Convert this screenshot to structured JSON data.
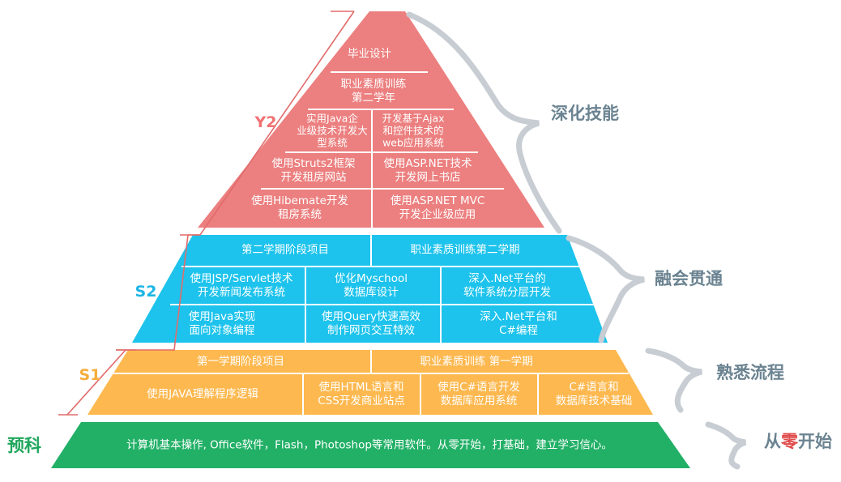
{
  "colors": {
    "y2": "#ec7f7f",
    "s2": "#1dc3ec",
    "s1": "#fdb84f",
    "pre": "#22b067",
    "divider": "#ffffff",
    "right_label": "#6b8391",
    "brace": "#c7cdd3",
    "staircase": "#e26b6b",
    "highlight": "#e04a4a"
  },
  "stages": {
    "y2": {
      "label": "Y2",
      "color": "#f17273"
    },
    "s2": {
      "label": "S2",
      "color": "#1cb6e6"
    },
    "s1": {
      "label": "S1",
      "color": "#f6ad3c"
    },
    "pre": {
      "label": "预科",
      "color": "#1fa65c"
    }
  },
  "pyramid": {
    "y2": {
      "graduation": "毕业设计",
      "quality": [
        "职业素质训练",
        "第二学年"
      ],
      "row3_left": [
        "实用Java企",
        "业级技术开发大",
        "型系统"
      ],
      "row3_right": [
        "开发基于Ajax",
        "和控件技术的",
        "web应用系统"
      ],
      "row4_left": [
        "使用Struts2框架",
        "开发租房网站"
      ],
      "row4_right": [
        "使用ASP.NET技术",
        "开发网上书店"
      ],
      "row5_left": [
        "使用Hibemate开发",
        "租房系统"
      ],
      "row5_right": [
        "使用ASP.NET MVC",
        "开发企业级应用"
      ]
    },
    "s2": {
      "top_left": "第二学期阶段项目",
      "top_right": "职业素质训练第二学期",
      "mid": [
        [
          "使用JSP/Servlet技术",
          "开发新闻发布系统"
        ],
        [
          "优化Myschool",
          "数据库设计"
        ],
        [
          "深入.Net平台的",
          "软件系统分层开发"
        ]
      ],
      "bottom": [
        [
          "使用Java实现",
          "面向对象编程"
        ],
        [
          "使用Query快速高效",
          "制作网页交互特效"
        ],
        [
          "深入.Net平台和",
          "C#编程"
        ]
      ]
    },
    "s1": {
      "top_left": "第一学期阶段项目",
      "top_right": "职业素质训练  第一学期",
      "bottom": [
        [
          "使用JAVA理解程序逻辑"
        ],
        [
          "使用HTML语言和",
          "CSS开发商业站点"
        ],
        [
          "使用C#语言开发",
          "数据库应用系统"
        ],
        [
          "C#语言和",
          "数据库技术基础"
        ]
      ]
    },
    "pre": {
      "text": "计算机基本操作, Office软件，Flash，Photoshop等常用软件。从零开始，打基础，建立学习信心。"
    }
  },
  "right_labels": {
    "y2": "深化技能",
    "s2": "融会贯通",
    "s1": "熟悉流程",
    "pre_before": "从",
    "pre_highlight": "零",
    "pre_after": "开始"
  }
}
